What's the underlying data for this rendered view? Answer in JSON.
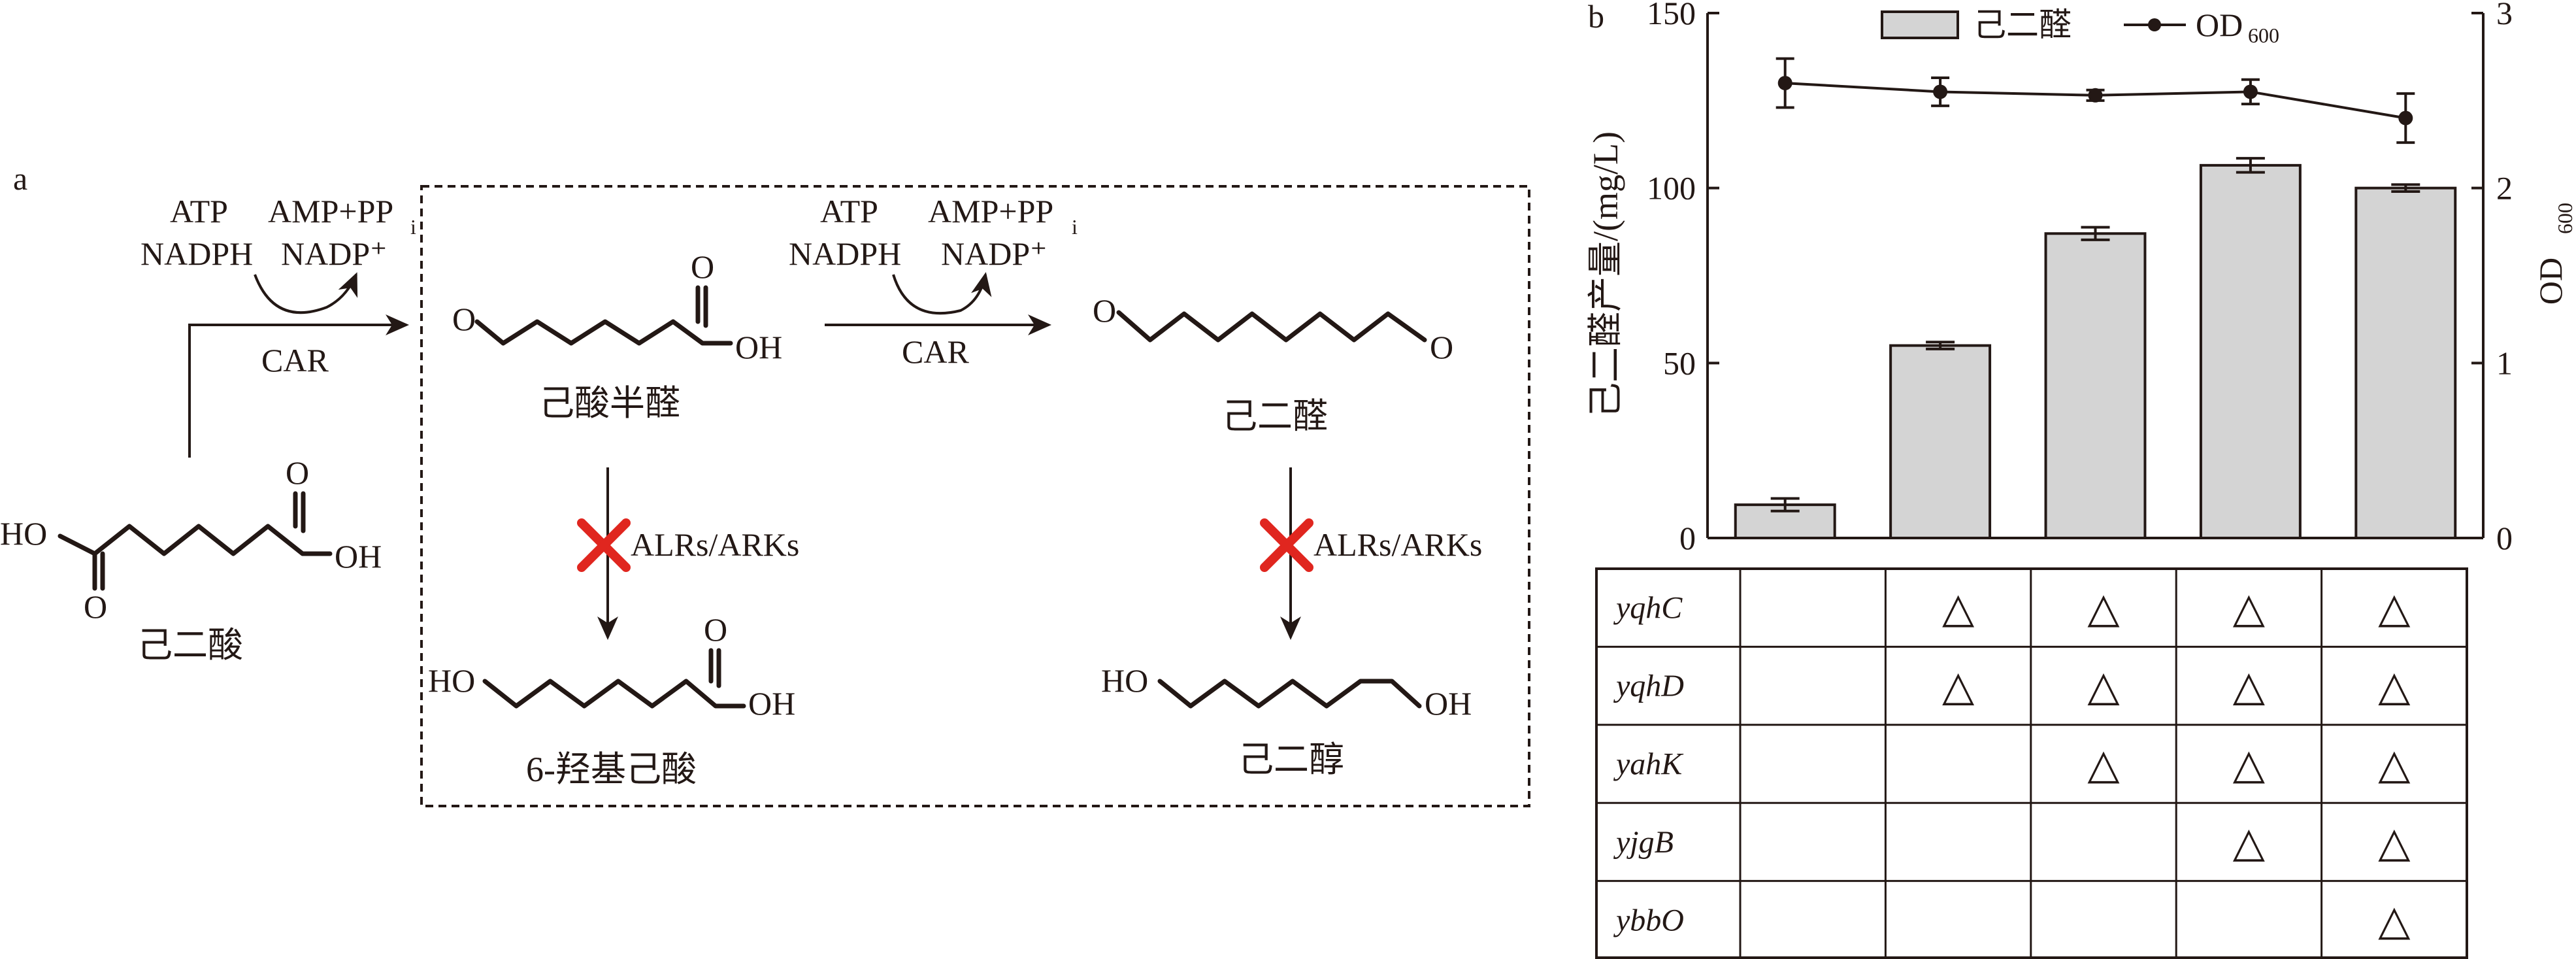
{
  "panel_a": {
    "panel_label": "a",
    "step1": {
      "in_top": "ATP",
      "in_bottom": "NADPH",
      "out_top": "AMP+PP",
      "out_top_sub": "i",
      "out_bottom": "NADP⁺",
      "enzyme": "CAR"
    },
    "step2": {
      "in_top": "ATP",
      "in_bottom": "NADPH",
      "out_top": "AMP+PP",
      "out_top_sub": "i",
      "out_bottom": "NADP⁺",
      "enzyme": "CAR"
    },
    "substrate": {
      "name": "己二酸",
      "ho": "HO",
      "oh": "OH",
      "o_top": "O",
      "o_bottom": "O"
    },
    "intermediate": {
      "name": "己酸半醛",
      "o_left": "O",
      "o_top": "O",
      "oh": "OH"
    },
    "product": {
      "name": "己二醛",
      "o_left": "O",
      "o_right": "O"
    },
    "byproduct_1": {
      "name": "6-羟基己酸",
      "ho": "HO",
      "o_top": "O",
      "oh": "OH"
    },
    "byproduct_2": {
      "name": "己二醇",
      "ho": "HO",
      "oh": "OH"
    },
    "blocked_label": "ALRs/ARKs",
    "colors": {
      "ink": "#231815",
      "block_mark": "#e0261f"
    }
  },
  "panel_b": {
    "panel_label": "b",
    "legend": {
      "bar_label": "己二醛",
      "line_label": "OD",
      "line_label_sub": "600"
    },
    "y_left_label": "己二醛产量/(mg/L)",
    "y_right_label": "OD",
    "y_right_label_sub": "600",
    "y_left_ticks": [
      "0",
      "50",
      "100",
      "150"
    ],
    "y_right_ticks": [
      "0",
      "1",
      "2",
      "3"
    ],
    "genes": [
      "yqhC",
      "yqhD",
      "yahK",
      "yjgB",
      "ybbO"
    ],
    "knockout_symbol": "△",
    "knockout_matrix": [
      [
        false,
        true,
        true,
        true,
        true
      ],
      [
        false,
        true,
        true,
        true,
        true
      ],
      [
        false,
        false,
        true,
        true,
        true
      ],
      [
        false,
        false,
        false,
        true,
        true
      ],
      [
        false,
        false,
        false,
        false,
        true
      ]
    ],
    "colors": {
      "bar_fill": "#d4d4d4",
      "ink": "#231815"
    }
  },
  "chart_data": {
    "type": "bar",
    "categories": [
      "",
      "",
      "",
      "",
      ""
    ],
    "series": [
      {
        "name": "己二醛",
        "axis": "left",
        "values": [
          9.5,
          55,
          87,
          106.5,
          100
        ],
        "errors": [
          1.8,
          1.0,
          1.8,
          2.0,
          1.0
        ]
      },
      {
        "name": "OD600",
        "axis": "right",
        "type": "line",
        "values": [
          2.6,
          2.55,
          2.53,
          2.55,
          2.4
        ],
        "errors": [
          0.14,
          0.08,
          0.03,
          0.07,
          0.14
        ]
      }
    ],
    "ylabel": "己二醛产量/(mg/L)",
    "ylim": [
      0,
      150
    ],
    "y2label": "OD600",
    "y2lim": [
      0,
      3
    ],
    "legend_position": "top"
  }
}
